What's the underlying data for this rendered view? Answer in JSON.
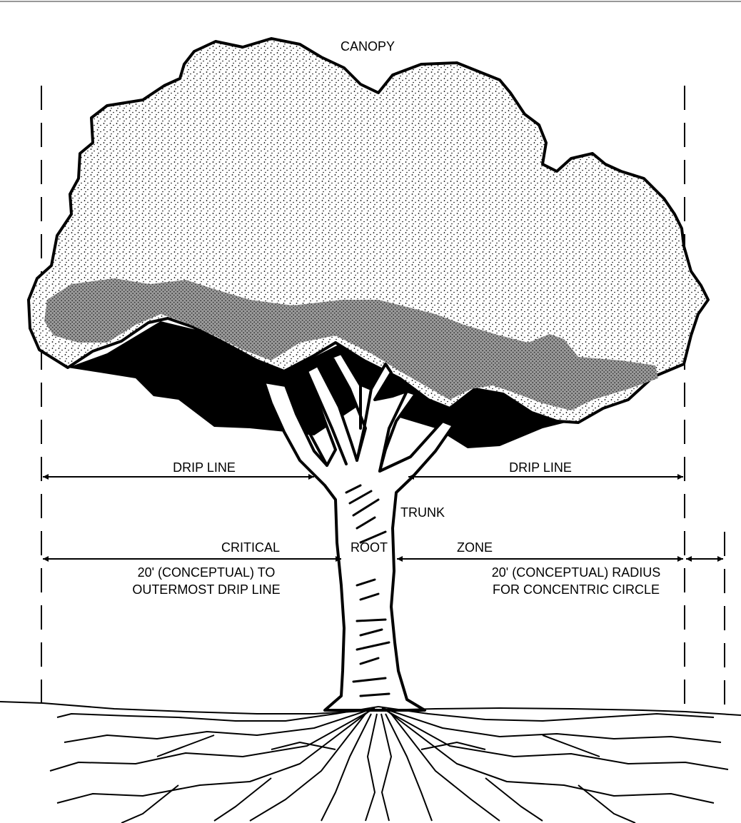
{
  "labels": {
    "canopy": "CANOPY",
    "drip_line_left": "DRIP LINE",
    "drip_line_right": "DRIP LINE",
    "trunk": "TRUNK",
    "critical": "CRITICAL",
    "root": "ROOT",
    "zone": "ZONE",
    "left_note_line1": "20' (CONCEPTUAL) TO",
    "left_note_line2": "OUTERMOST DRIP LINE",
    "right_note_line1": "20' (CONCEPTUAL) RADIUS",
    "right_note_line2": "FOR CONCENTRIC CIRCLE"
  },
  "colors": {
    "ink": "#000000",
    "canopy_fill": "#e4e4e4",
    "shade_fill": "#8a8a8a",
    "paper": "#ffffff"
  }
}
